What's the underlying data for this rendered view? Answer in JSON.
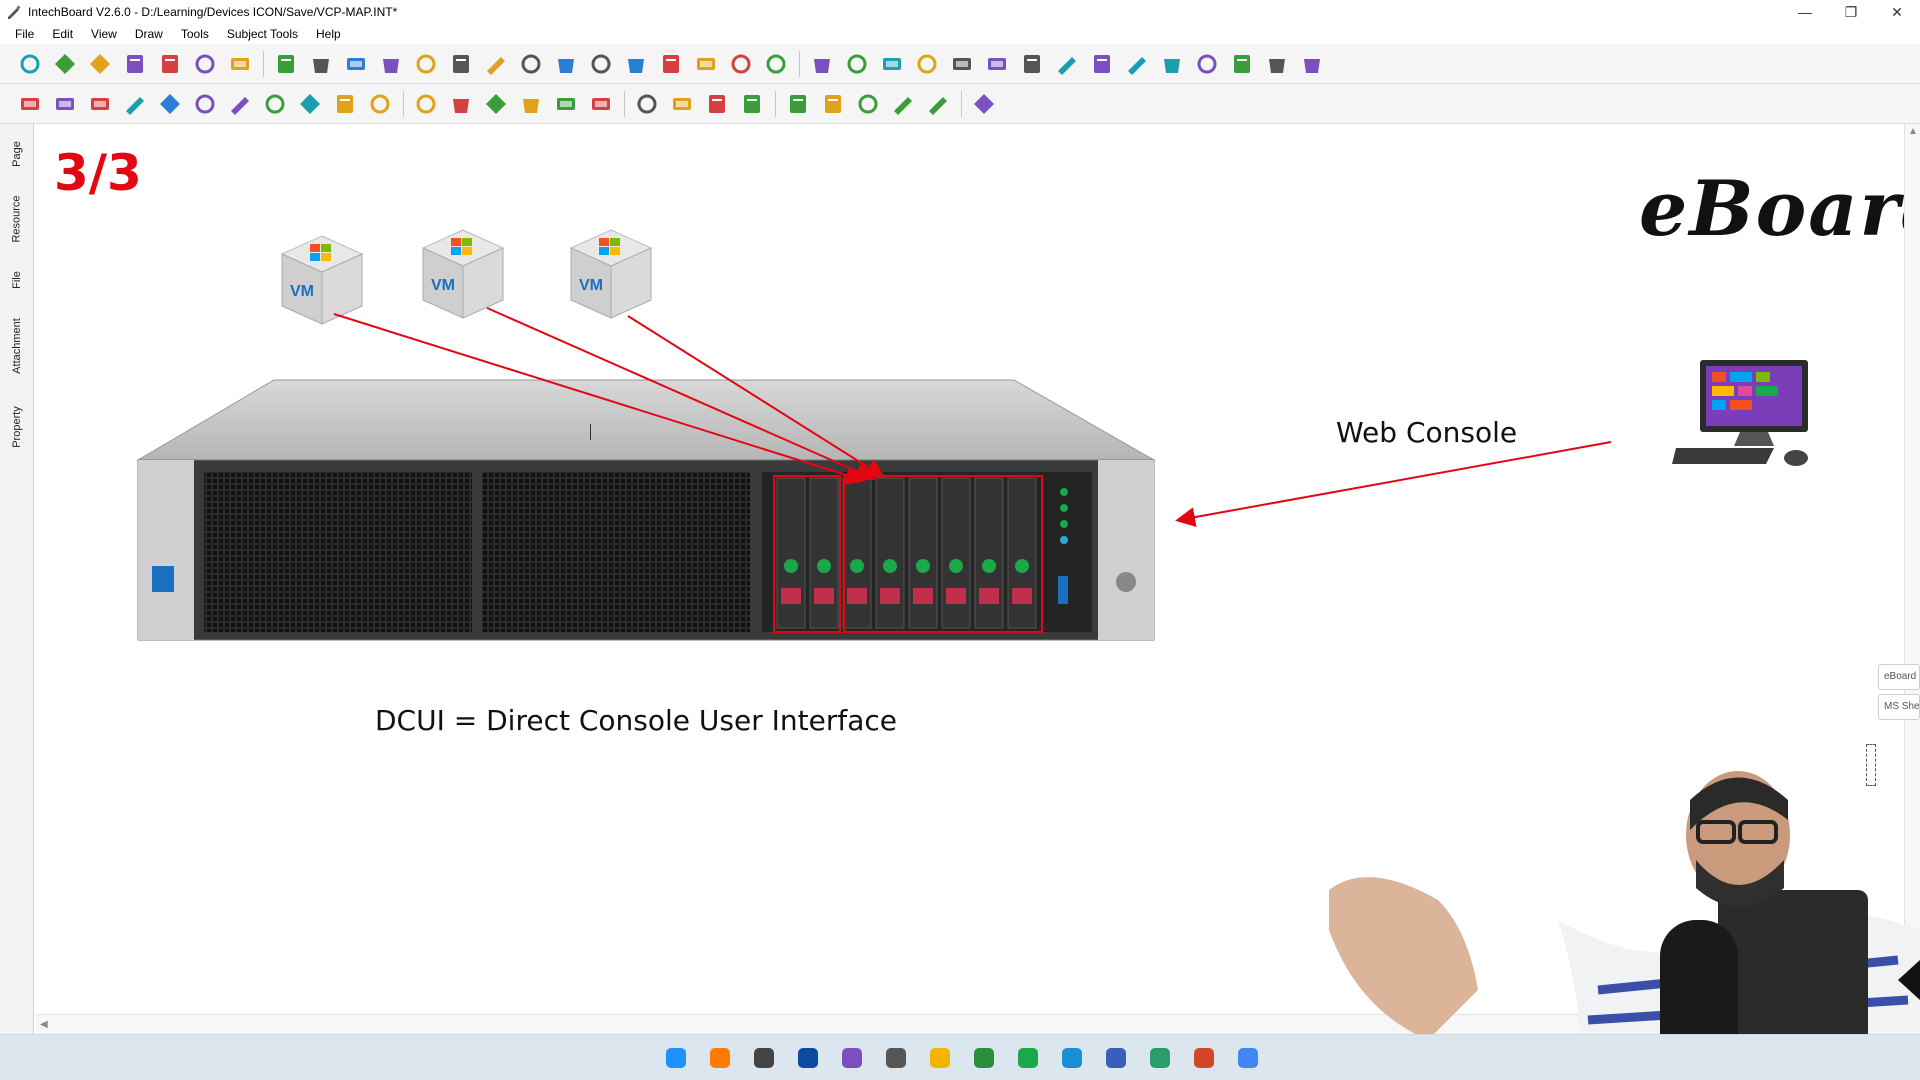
{
  "window": {
    "title": "IntechBoard V2.6.0 - D:/Learning/Devices ICON/Save/VCP-MAP.INT*",
    "minimize": "—",
    "restore": "❐",
    "close": "✕"
  },
  "menu": {
    "items": [
      "File",
      "Edit",
      "View",
      "Draw",
      "Tools",
      "Subject Tools",
      "Help"
    ]
  },
  "side_tabs": [
    "Page",
    "Resource",
    "File",
    "Attachment",
    "Property"
  ],
  "slide": {
    "page_counter": "3/3",
    "logo": "eBoard",
    "vm_label": "VM",
    "web_console": "Web Console",
    "dcui": "DCUI = Direct Console User Interface"
  },
  "side_widgets": [
    "eBoard",
    "MS Sheet"
  ],
  "colors": {
    "accent_red": "#e30613",
    "toolbar_bg": "#f5f5f5",
    "taskbar_bg": "#dbe6ee"
  },
  "toolbar1_icons": [
    "new-page-icon",
    "add-page-icon",
    "open-folder-icon",
    "save-icon",
    "save-as-icon",
    "email-icon",
    "export-icon",
    "undo-icon",
    "redo-icon",
    "cut-icon",
    "copy-icon",
    "paste-icon",
    "paste-special-icon",
    "delete-icon",
    "screen-capture-icon",
    "screen-record-icon",
    "zoom-out-icon",
    "zoom-in-icon",
    "move-up-icon",
    "move-down-icon",
    "move-top-icon",
    "move-bottom-icon",
    "whiteboard-icon",
    "touch-icon",
    "camera-icon",
    "video-icon",
    "marker-icon",
    "projector-icon",
    "display-icon",
    "screen-share-icon",
    "network-icon",
    "3d-box-icon",
    "calculator-icon",
    "globe-icon",
    "toolbox-icon",
    "compass-icon",
    "protractor-icon"
  ],
  "toolbar2_icons": [
    "select-arrow-icon",
    "pen-icon",
    "eraser-icon",
    "pencil-icon",
    "highlighter-icon",
    "brush-icon",
    "magic-pen-icon",
    "pointer-pen-icon",
    "lasso-icon",
    "fill-icon",
    "keyboard-icon",
    "shape-icon",
    "cube-icon",
    "ruler-triangle-icon",
    "set-square-icon",
    "protractor-tool-icon",
    "needle-icon",
    "chalk-icon",
    "compass-tool-icon",
    "axis-icon",
    "formula-icon",
    "dice-icon",
    "balloon-icon",
    "timer-icon",
    "spotlight-icon",
    "magnet-icon",
    "chart-icon"
  ],
  "taskbar_icons": [
    "windows-start-icon",
    "firefox-icon",
    "stack-app-icon",
    "photoshop-icon",
    "intech-app-icon",
    "eboard-app-icon",
    "file-explorer-icon",
    "camtasia-icon",
    "camtasia-green-icon",
    "screen-tool-icon",
    "remote-desktop-icon",
    "vpn-globe-icon",
    "powerpoint-icon",
    "chrome-icon"
  ]
}
